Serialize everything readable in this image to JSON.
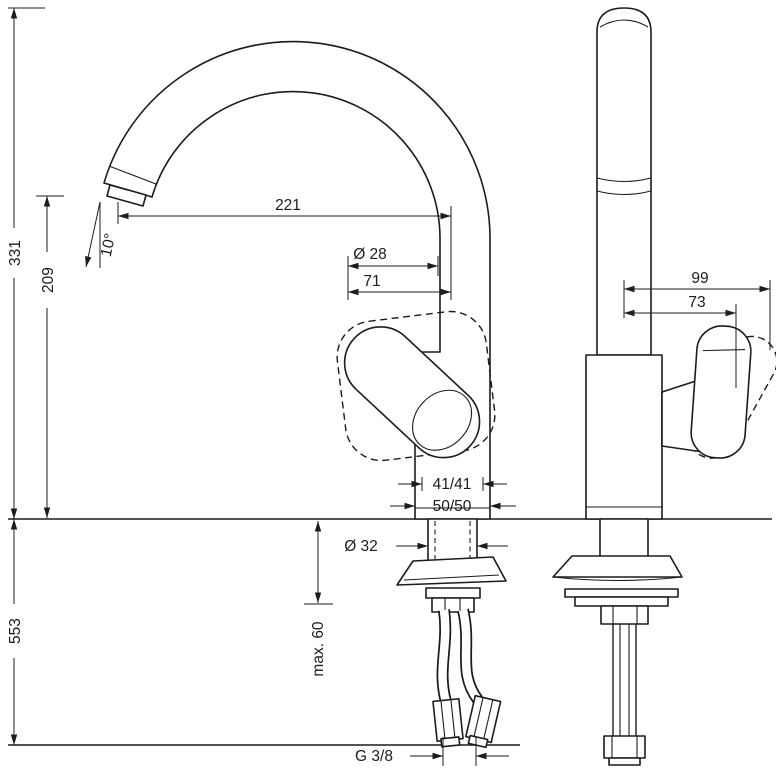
{
  "drawing": {
    "front_view": {
      "spout_reach": "221",
      "spout_diameter": "Ø 28",
      "handle_offset": "71",
      "total_height": "331",
      "outlet_height": "209",
      "outlet_angle": "10°",
      "body_width": "41/41",
      "body_depth": "50/50",
      "shank_diameter": "Ø 32",
      "below_height": "553",
      "max_counter_thickness": "max. 60",
      "connection_thread": "G 3/8"
    },
    "side_view": {
      "handle_clearance_open": "99",
      "handle_clearance": "73"
    }
  }
}
